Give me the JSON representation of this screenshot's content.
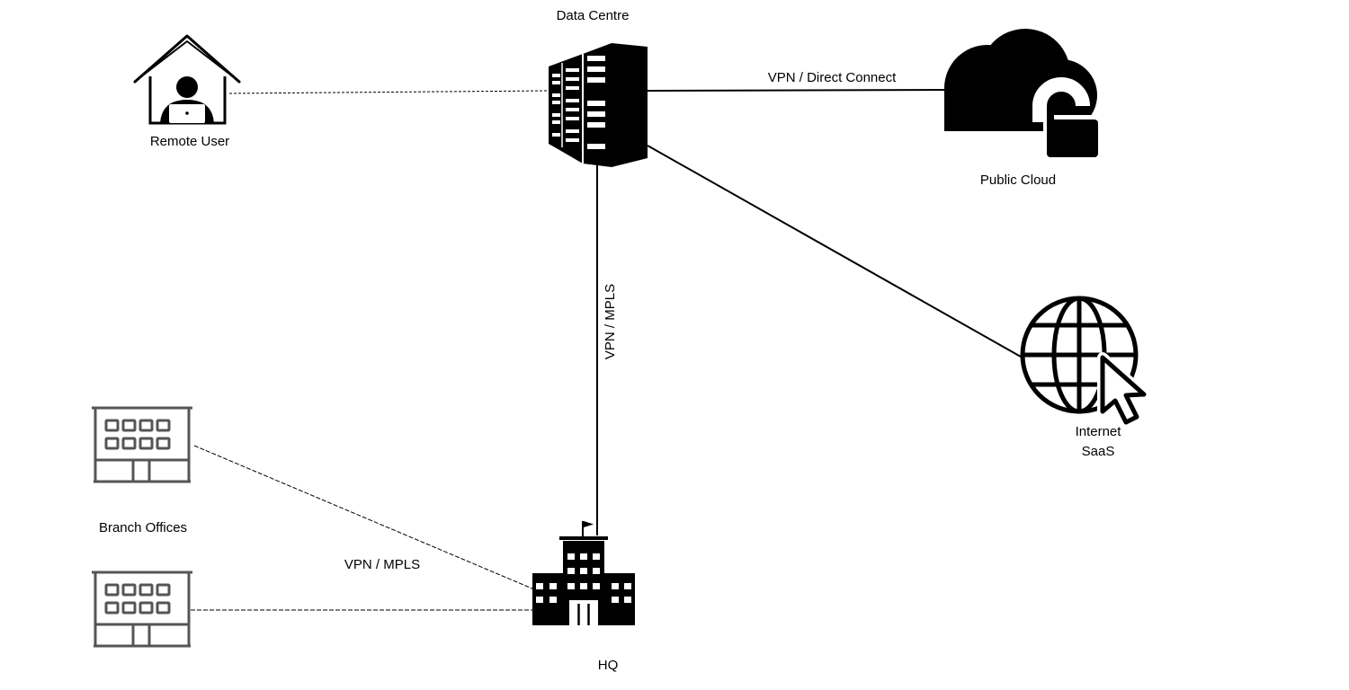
{
  "nodes": {
    "data_centre": {
      "label": "Data Centre"
    },
    "remote_user": {
      "label": "Remote User"
    },
    "public_cloud": {
      "label": "Public Cloud"
    },
    "internet_saas": {
      "label_line1": "Internet",
      "label_line2": "SaaS"
    },
    "branch_offices": {
      "label": "Branch Offices"
    },
    "hq": {
      "label": "HQ"
    }
  },
  "connections": {
    "dc_cloud": {
      "label": "VPN / Direct Connect",
      "style": "solid"
    },
    "dc_hq": {
      "label": "VPN / MPLS",
      "style": "solid"
    },
    "branch_hq": {
      "label": "VPN / MPLS",
      "style": "dashed"
    },
    "remote_dc": {
      "style": "dashed"
    },
    "dc_internet": {
      "style": "solid"
    }
  },
  "colors": {
    "icon": "#000000",
    "building": "#555555",
    "line": "#000000"
  }
}
